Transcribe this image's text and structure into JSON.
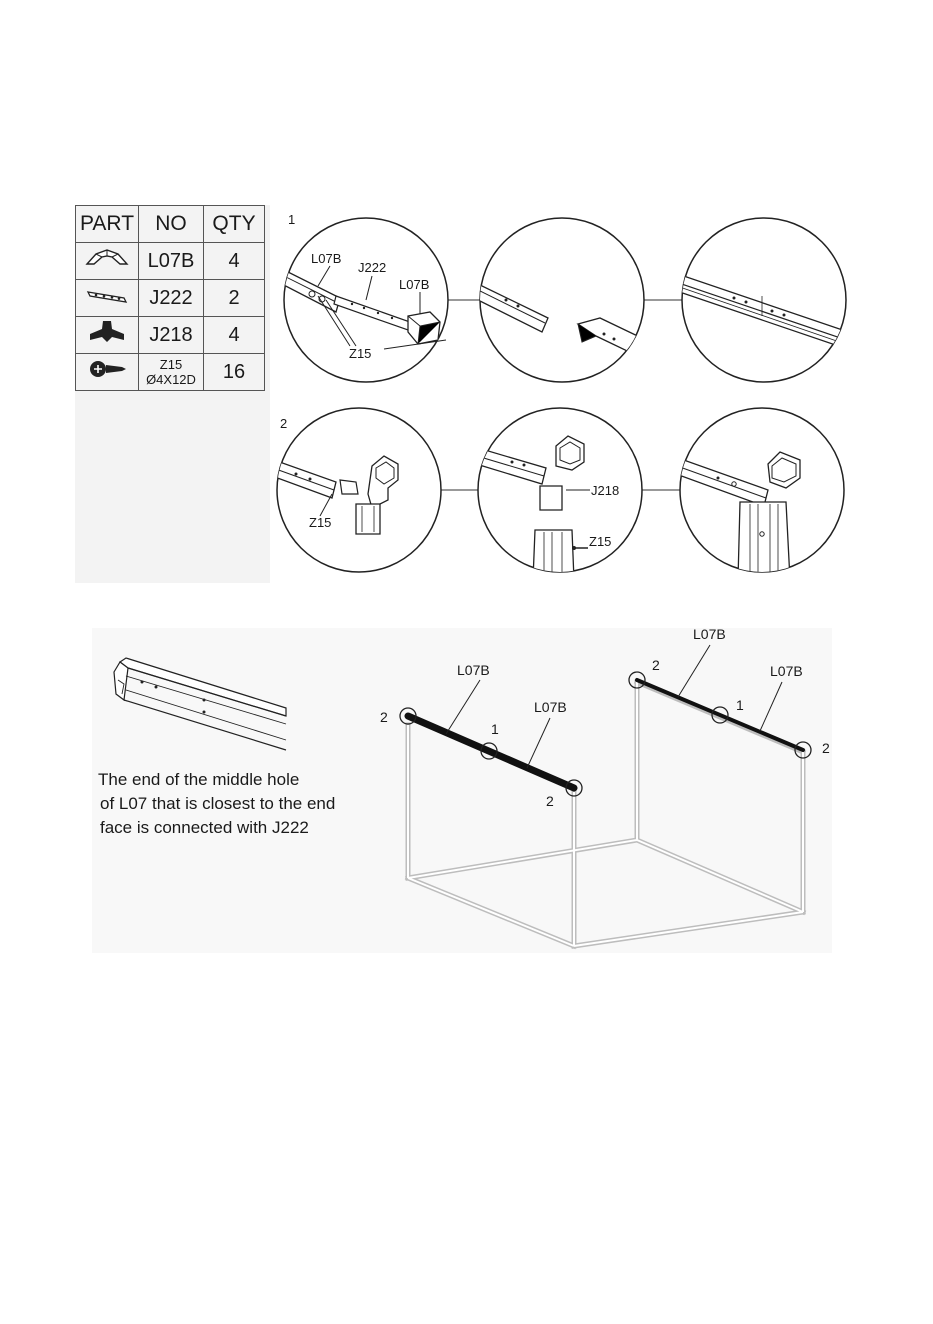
{
  "parts_table": {
    "headers": [
      "PART",
      "NO",
      "QTY"
    ],
    "rows": [
      {
        "icon": "bracket-part-icon",
        "no": "L07B",
        "no_sub": "",
        "qty": "4"
      },
      {
        "icon": "connector-bar-icon",
        "no": "J222",
        "no_sub": "",
        "qty": "2"
      },
      {
        "icon": "corner-joint-icon",
        "no": "J218",
        "no_sub": "",
        "qty": "4"
      },
      {
        "icon": "screw-icon",
        "no": "Z15",
        "no_sub": "Ø4X12D",
        "qty": "16"
      }
    ]
  },
  "step1": {
    "number": "1",
    "labels": {
      "l07b_left": "L07B",
      "j222": "J222",
      "l07b_right": "L07B",
      "z15": "Z15"
    }
  },
  "step2": {
    "number": "2",
    "labels": {
      "z15_left": "Z15",
      "j218": "J218",
      "z15_mid": "Z15"
    }
  },
  "frame": {
    "left_bar": {
      "label_a": "L07B",
      "label_b": "L07B",
      "mark_end_left": "2",
      "mark_mid": "1",
      "mark_end_right": "2"
    },
    "right_bar": {
      "label_a": "L07B",
      "label_b": "L07B",
      "mark_end_left": "2",
      "mark_mid": "1",
      "mark_end_right": "2"
    }
  },
  "note": {
    "line1": "The end of the middle hole",
    "line2": "of L07 that is  closest to the end",
    "line3": "face is connected with J222"
  },
  "colors": {
    "ink": "#1a1a1a",
    "frame": "#bdbdbd",
    "bar": "#111111"
  }
}
